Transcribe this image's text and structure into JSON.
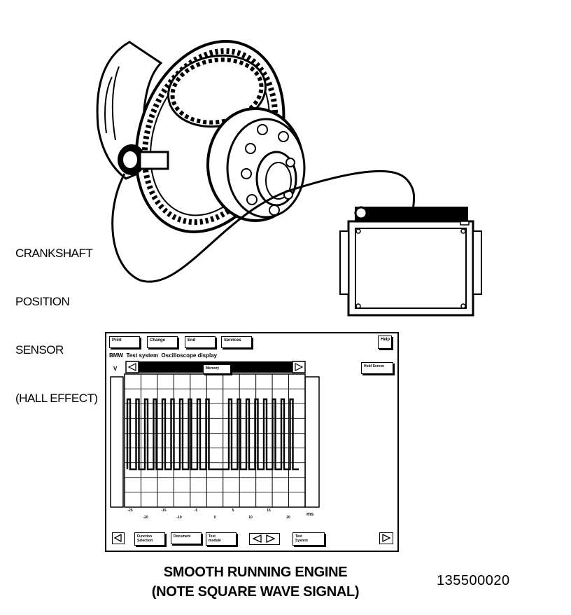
{
  "sensor_label": [
    "CRANKSHAFT",
    "POSITION",
    "SENSOR",
    "(HALL EFFECT)"
  ],
  "tester": {
    "top_buttons": [
      "Print",
      "Change",
      "End",
      "Services"
    ],
    "help_button": "Help",
    "title": "BMW  Test system  Oscilloscope display",
    "memory_button": "Memory",
    "hold_screen_button": "Hold Screen",
    "y_unit": "V",
    "x_unit": "ms",
    "x_ticks_top": [
      "-25",
      "-15",
      "-5",
      "5",
      "15"
    ],
    "x_ticks_bottom": [
      "-20",
      "-10",
      "0",
      "10",
      "20"
    ],
    "bottom_buttons": [
      {
        "line1": "Function",
        "line2": "Selection"
      },
      {
        "line1": "Document",
        "line2": ""
      },
      {
        "line1": "Test",
        "line2": "module"
      },
      {
        "line1": "Test",
        "line2": "System"
      }
    ],
    "signal": "square-wave"
  },
  "caption": [
    "SMOOTH RUNNING ENGINE",
    "(NOTE SQUARE WAVE SIGNAL)"
  ],
  "figure_number": "135500020"
}
